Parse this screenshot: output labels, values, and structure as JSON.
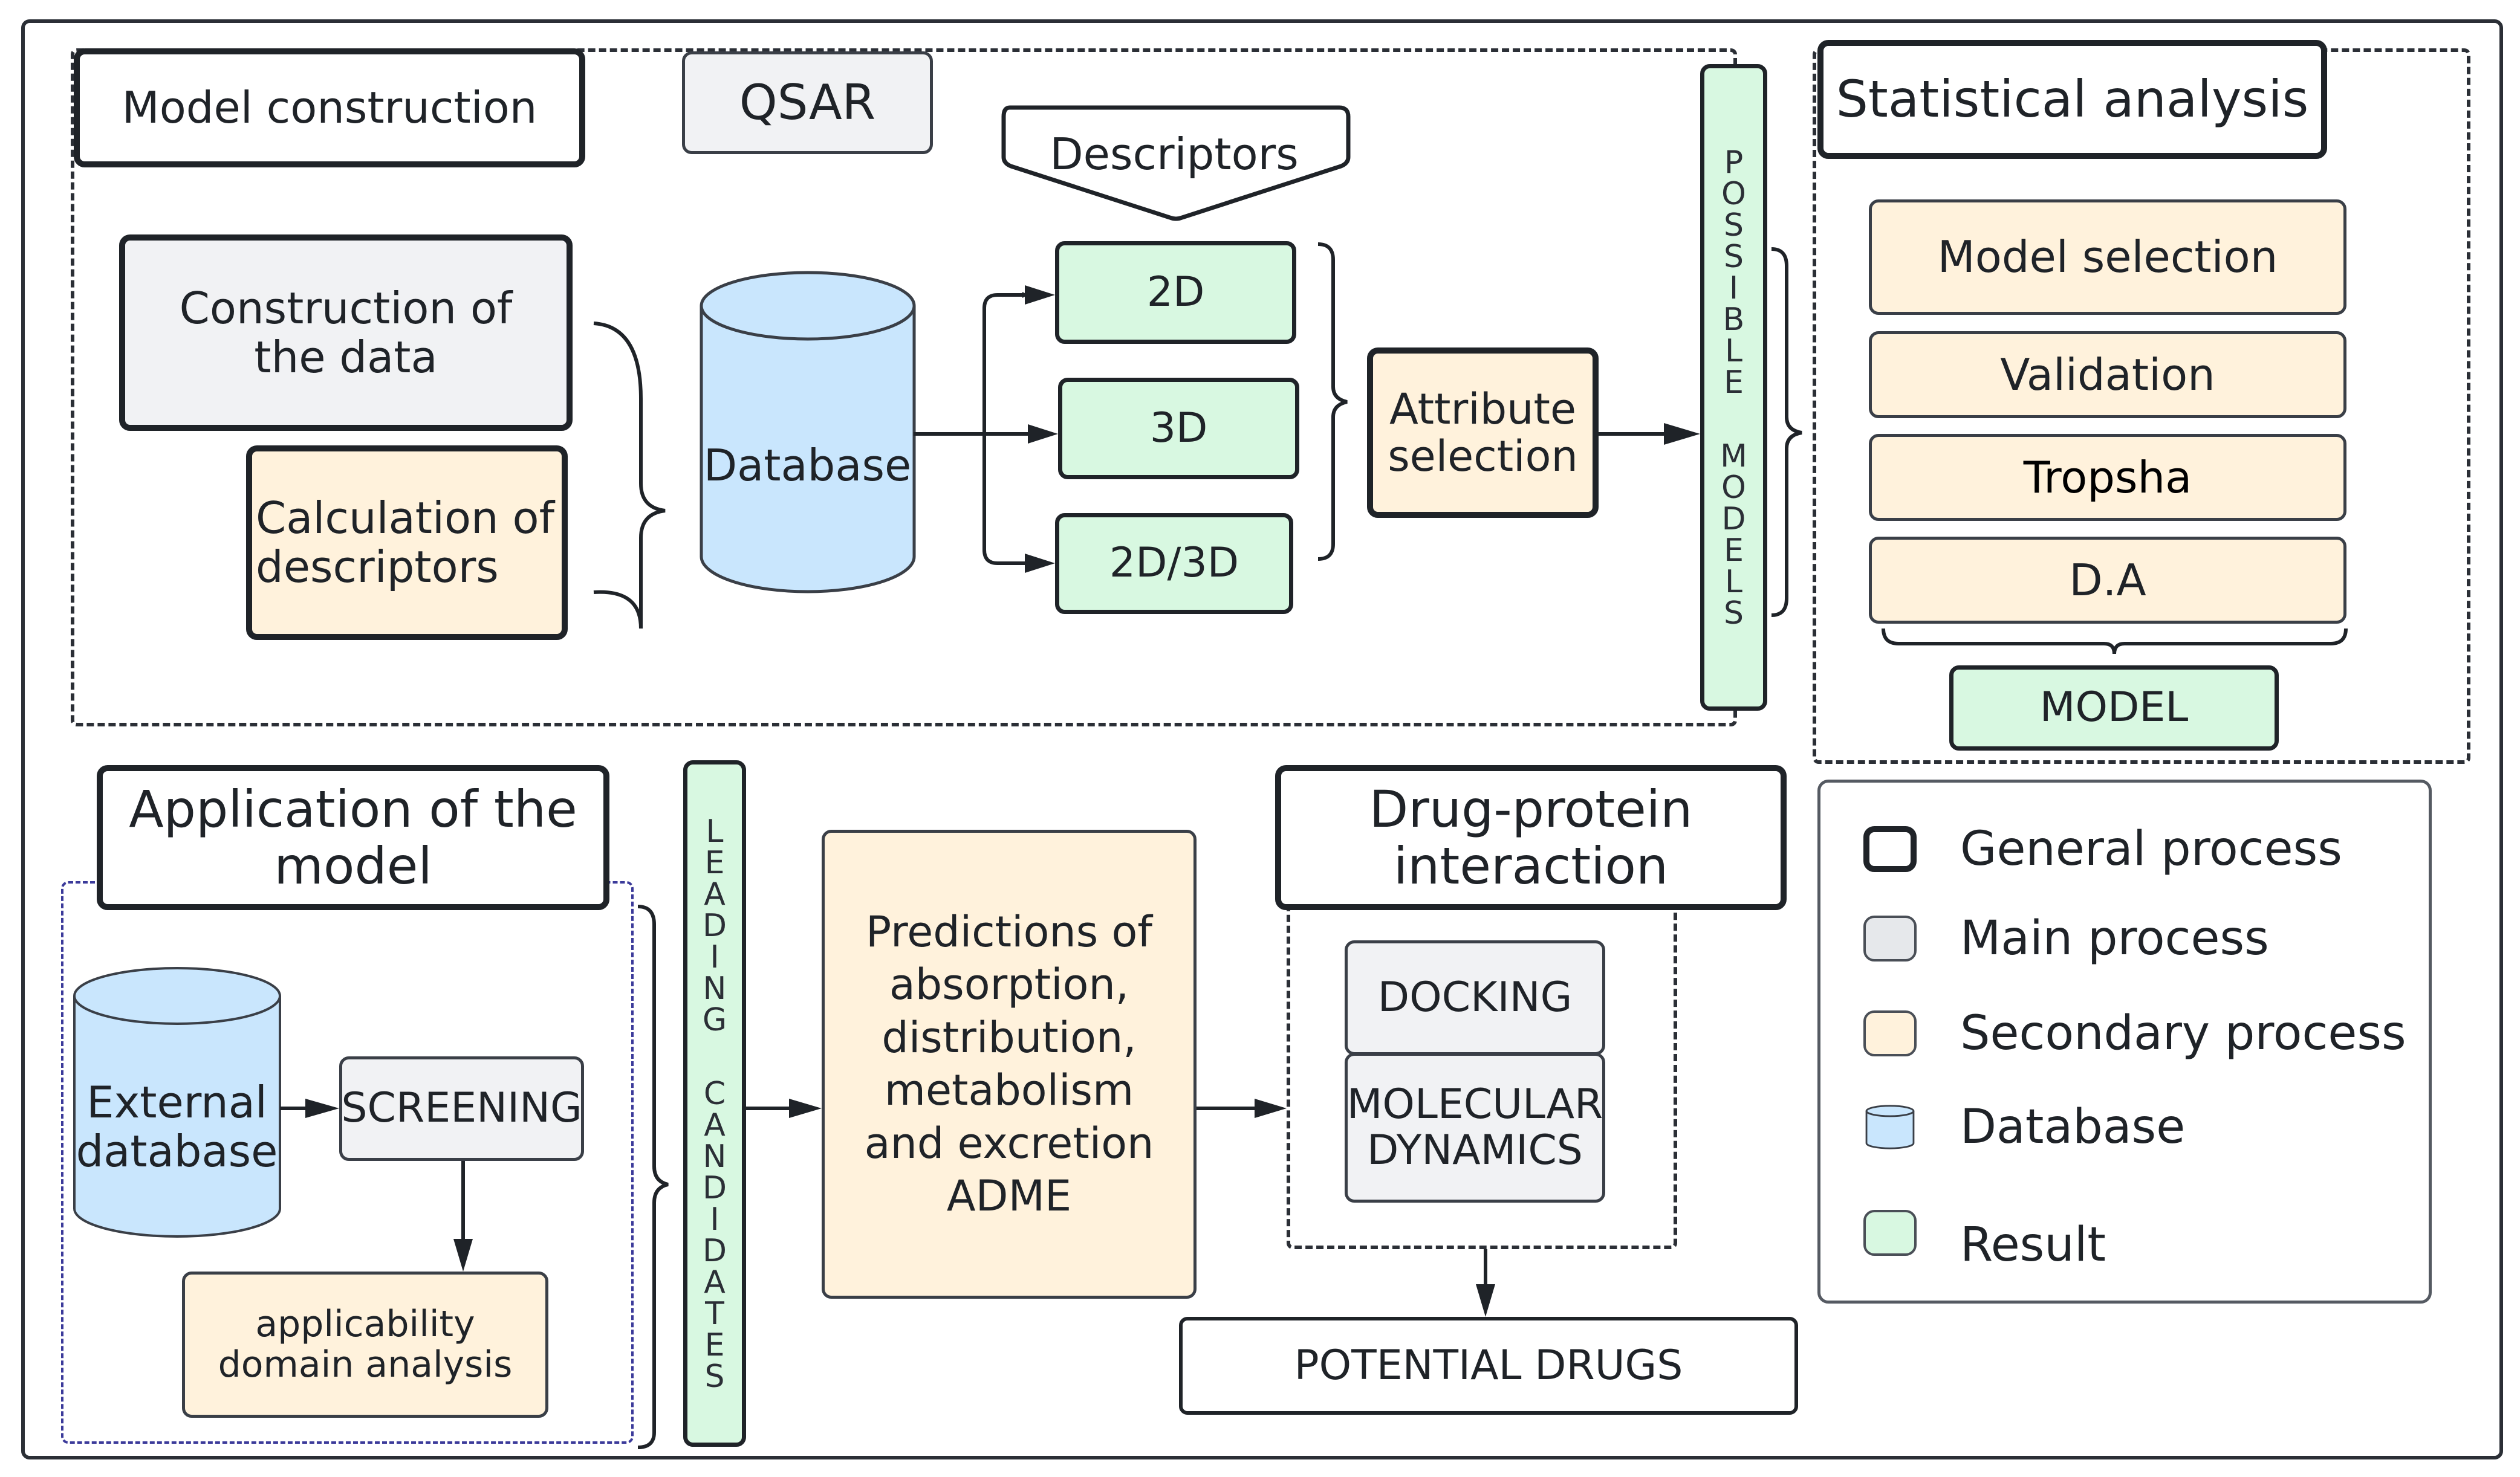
{
  "colors": {
    "general_fill": "#ffffff",
    "main_fill": "#f1f2f4",
    "secondary_fill": "#fff2dc",
    "database_fill": "#c9e6fd",
    "result_fill": "#d8f8e1",
    "stroke": "#1f2328",
    "app_dashed_border": "#3b3a9a"
  },
  "model_construction": {
    "title": "Model construction",
    "qsar": "QSAR",
    "descriptors_header": "Descriptors",
    "construction_of_data": "Construction of\nthe data",
    "calculation_of_descriptors": "Calculation of\ndescriptors",
    "database": "Database",
    "descriptor_types": [
      "2D",
      "3D",
      "2D/3D"
    ],
    "attribute_selection": "Attribute\nselection",
    "possible_models": "POSSIBLE MODELS"
  },
  "statistical_analysis": {
    "title": "Statistical analysis",
    "steps": [
      "Model selection",
      "Validation",
      "Tropsha",
      "D.A"
    ],
    "result": "MODEL"
  },
  "application": {
    "title": "Application of the\nmodel",
    "external_database": "External\ndatabase",
    "screening": "SCREENING",
    "applicability": "applicability\ndomain analysis",
    "leading_candidates": "LEADING CANDIDATES"
  },
  "adme": {
    "text": "Predictions of\nabsorption,\ndistribution,\nmetabolism\nand excretion\nADME"
  },
  "drug_protein": {
    "title": "Drug-protein\ninteraction",
    "docking": "DOCKING",
    "molecular_dynamics": "MOLECULAR\nDYNAMICS",
    "potential_drugs": "POTENTIAL DRUGS"
  },
  "legend": {
    "items": [
      {
        "label": "General process",
        "icon": "rounded-square-outline-icon"
      },
      {
        "label": "Main process",
        "icon": "gray-square-icon"
      },
      {
        "label": "Secondary process",
        "icon": "beige-square-icon"
      },
      {
        "label": "Database",
        "icon": "cylinder-icon"
      },
      {
        "label": "Result",
        "icon": "green-square-icon"
      }
    ]
  }
}
